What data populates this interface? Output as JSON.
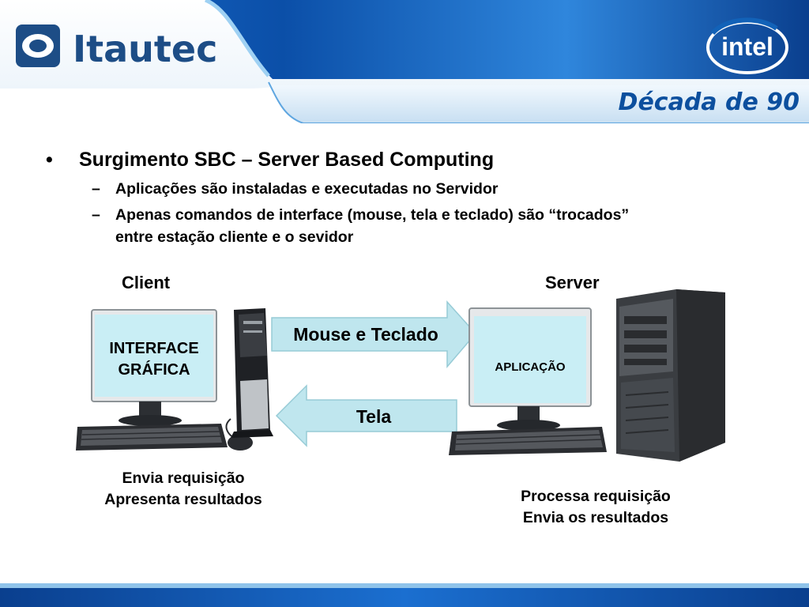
{
  "header": {
    "brand": "Itautec",
    "partner": "intel",
    "title": "Década de 90"
  },
  "bullets": {
    "main": "Surgimento SBC – Server Based Computing",
    "sub1": "Aplicações são instaladas e executadas no Servidor",
    "sub2_line1": "Apenas comandos de interface (mouse, tela e teclado) são “trocados”",
    "sub2_line2": "entre estação cliente e o sevidor",
    "bullet_symbol": "•",
    "dash_symbol": "–"
  },
  "diagram": {
    "client_label": "Client",
    "server_label": "Server",
    "client_screen_line1": "INTERFACE",
    "client_screen_line2": "GRÁFICA",
    "server_screen": "APLICAÇÃO",
    "arrow_to_server": "Mouse e Teclado",
    "arrow_to_client": "Tela",
    "client_caption_line1": "Envia requisição",
    "client_caption_line2": "Apresenta resultados",
    "server_caption_line1": "Processa requisição",
    "server_caption_line2": "Envia os resultados"
  },
  "colors": {
    "header_blue": "#1262b8",
    "brand_blue": "#1d4d86",
    "title_blue": "#0c4f9e",
    "screen_fill": "#c9eef5",
    "arrow_fill": "#bfe6ee"
  }
}
